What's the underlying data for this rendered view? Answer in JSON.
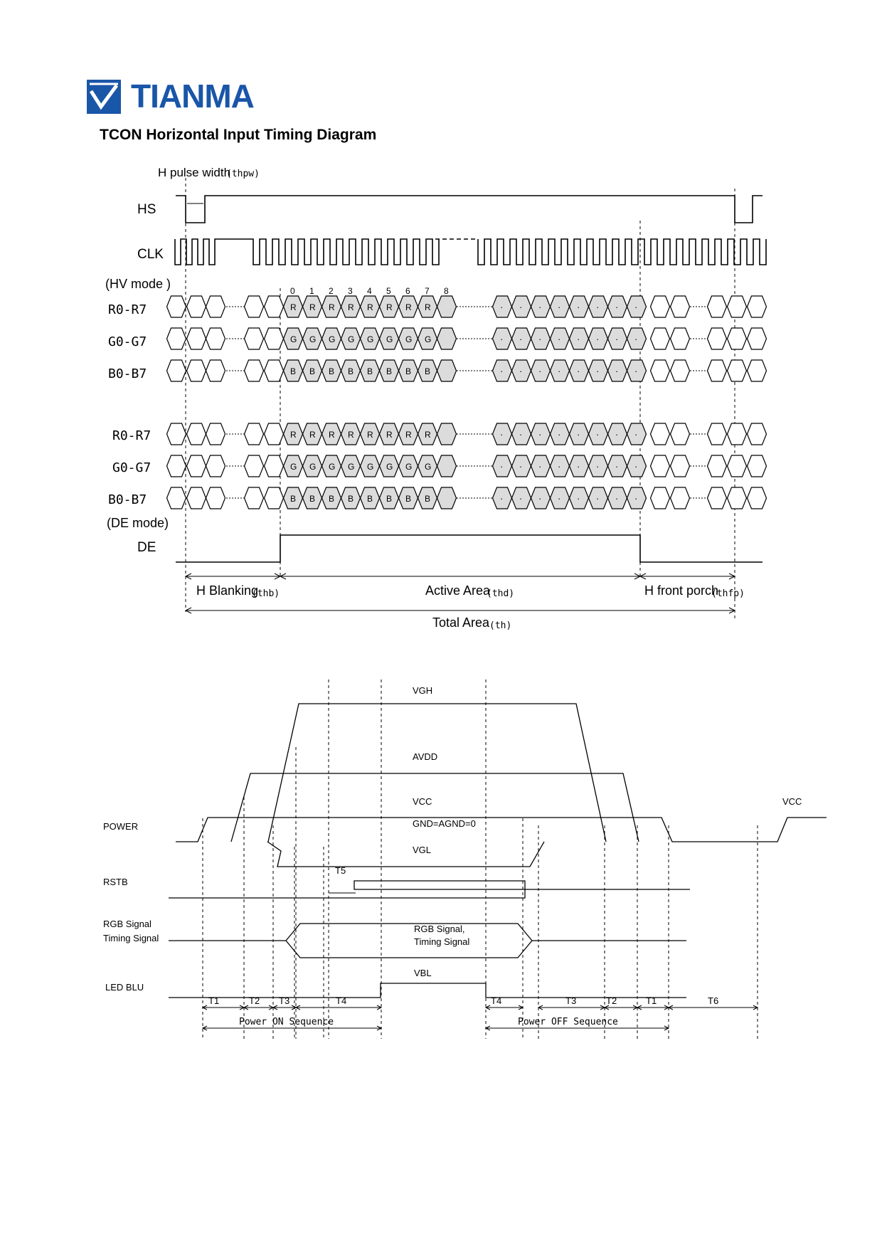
{
  "header": {
    "brand": "TIANMA",
    "title": "TCON Horizontal Input Timing Diagram"
  },
  "horizontal_timing": {
    "hpw_label": "H pulse width",
    "hpw_sub": "(thpw)",
    "signals": {
      "hs": "HS",
      "clk": "CLK",
      "hv_mode": "(HV mode )",
      "r": "R0-R7",
      "g": "G0-G7",
      "b": "B0-B7",
      "de_mode": "(DE mode)",
      "de": "DE"
    },
    "pixel_indices": [
      "0",
      "1",
      "2",
      "3",
      "4",
      "5",
      "6",
      "7",
      "8"
    ],
    "cell_letters": {
      "r": "R",
      "g": "G",
      "b": "B",
      "dot": "·"
    },
    "bands": {
      "blanking": "H Blanking",
      "blanking_sub": "(thb)",
      "active": "Active Area",
      "active_sub": "(thd)",
      "front_porch": "H front porch",
      "front_porch_sub": "(thfp)",
      "total": "Total Area",
      "total_sub": "(th)"
    }
  },
  "power_sequence": {
    "rails": {
      "vgh": "VGH",
      "avdd": "AVDD",
      "vcc": "VCC",
      "gnd": "GND=AGND=0",
      "vgl": "VGL",
      "vcc_right": "VCC"
    },
    "rows": {
      "power": "POWER",
      "rstb": "RSTB",
      "rgb_line1": "RGB Signal",
      "rgb_line2": "Timing Signal",
      "led": "LED BLU"
    },
    "rgb_box_line1": "RGB Signal,",
    "rgb_box_line2": "Timing Signal",
    "vbl": "VBL",
    "t5": "T5",
    "intervals": {
      "t1": "T1",
      "t2": "T2",
      "t3": "T3",
      "t4": "T4",
      "t6": "T6"
    },
    "power_on": "Power ON Sequence",
    "power_off": "Power OFF Sequence"
  }
}
